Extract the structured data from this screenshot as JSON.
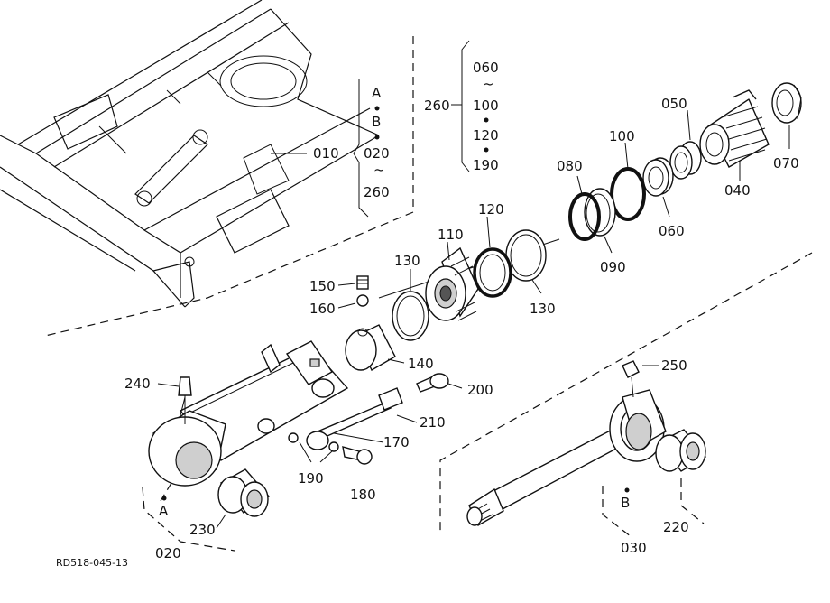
{
  "drawing_code": "RD518-045-13",
  "callouts": {
    "c010": "010",
    "c020": "020",
    "c030": "030",
    "c040": "040",
    "c050": "050",
    "c060": "060",
    "c070": "070",
    "c080": "080",
    "c090": "090",
    "c100": "100",
    "c110": "110",
    "c120": "120",
    "c130a": "130",
    "c130b": "130",
    "c140": "140",
    "c150": "150",
    "c160": "160",
    "c170": "170",
    "c180": "180",
    "c190": "190",
    "c200": "200",
    "c210": "210",
    "c220": "220",
    "c230": "230",
    "c240": "240",
    "c250": "250",
    "c260": "260"
  },
  "kit_010": {
    "a": "A",
    "b": "B",
    "c": "020",
    "tilde": "~",
    "d": "260"
  },
  "kit_260": {
    "title": "260",
    "a": "060",
    "tilde": "~",
    "b": "100",
    "c": "120",
    "d": "190"
  },
  "ref_a": "A",
  "ref_b": "B"
}
